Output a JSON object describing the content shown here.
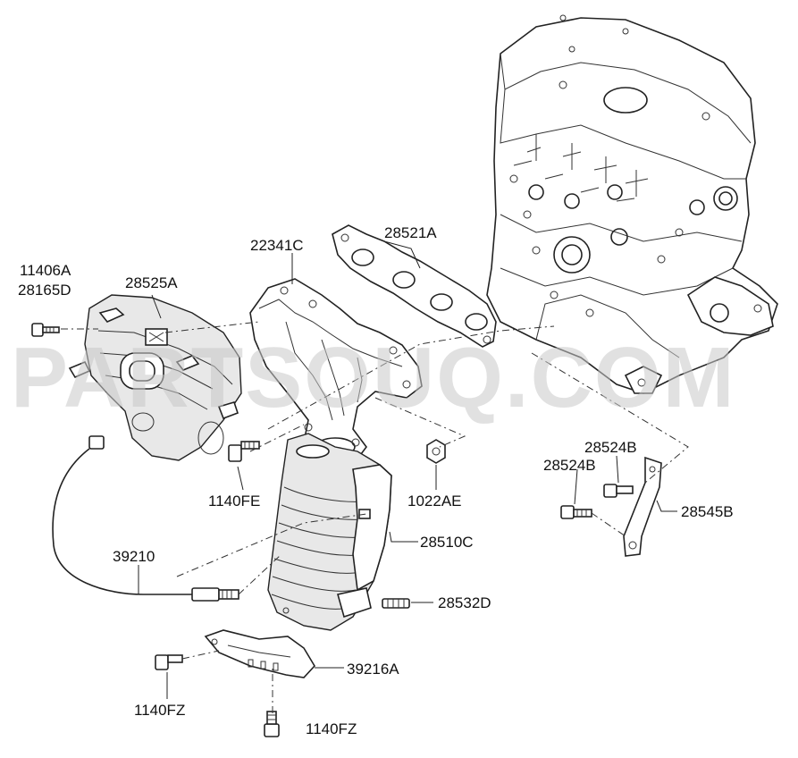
{
  "watermark": "PARTSOUQ.COM",
  "labels": {
    "p11406A": "11406A",
    "p28165D": "28165D",
    "p28525A": "28525A",
    "p22341C": "22341C",
    "p28521A": "28521A",
    "p1140FE": "1140FE",
    "p1022AE": "1022AE",
    "p28524B_top": "28524B",
    "p28524B_left": "28524B",
    "p28545B": "28545B",
    "p39210": "39210",
    "p28510C": "28510C",
    "p28532D": "28532D",
    "p39216A": "39216A",
    "p1140FZ_left": "1140FZ",
    "p1140FZ_bottom": "1140FZ"
  },
  "colors": {
    "ink": "#222222",
    "watermark": "#c9c9c9",
    "background": "#ffffff"
  }
}
